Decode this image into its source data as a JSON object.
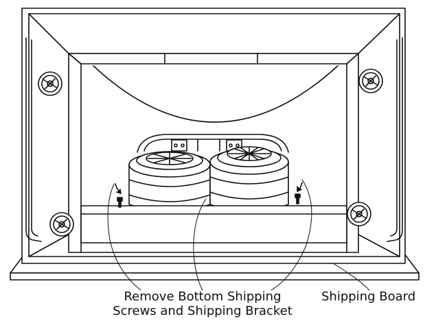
{
  "diagram": {
    "stroke_color": "#111111",
    "fill_color": "#ffffff",
    "shade_color": "#d9d9d9",
    "icons": [
      "phillips-screw-icon",
      "fan-icon",
      "arrow-down-icon"
    ]
  },
  "callouts": {
    "remove_screws_line1": "Remove Bottom Shipping",
    "remove_screws_line2": "Screws and Shipping Bracket",
    "shipping_board": "Shipping Board"
  }
}
